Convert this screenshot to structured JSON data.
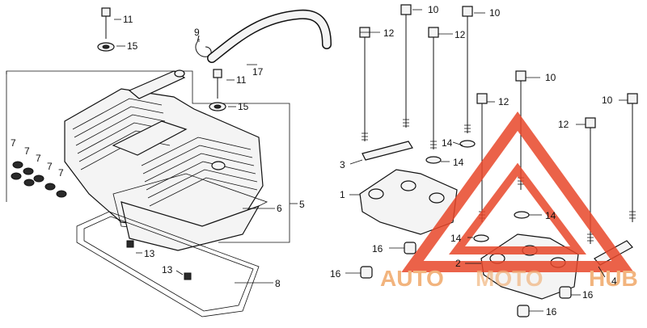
{
  "labels": {
    "p1": "1",
    "p2": "2",
    "p3": "3",
    "p4": "4",
    "p5": "5",
    "p6": "6",
    "p7": "7",
    "p8": "8",
    "p9": "9",
    "p10": "10",
    "p11": "11",
    "p12": "12",
    "p13": "13",
    "p14": "14",
    "p15": "15",
    "p16": "16",
    "p17": "17"
  },
  "watermark": {
    "part1": "AUTO",
    "part2": "MOTO",
    "part3": "HUB",
    "color": "#e8472a",
    "color2": "#f0a868"
  }
}
